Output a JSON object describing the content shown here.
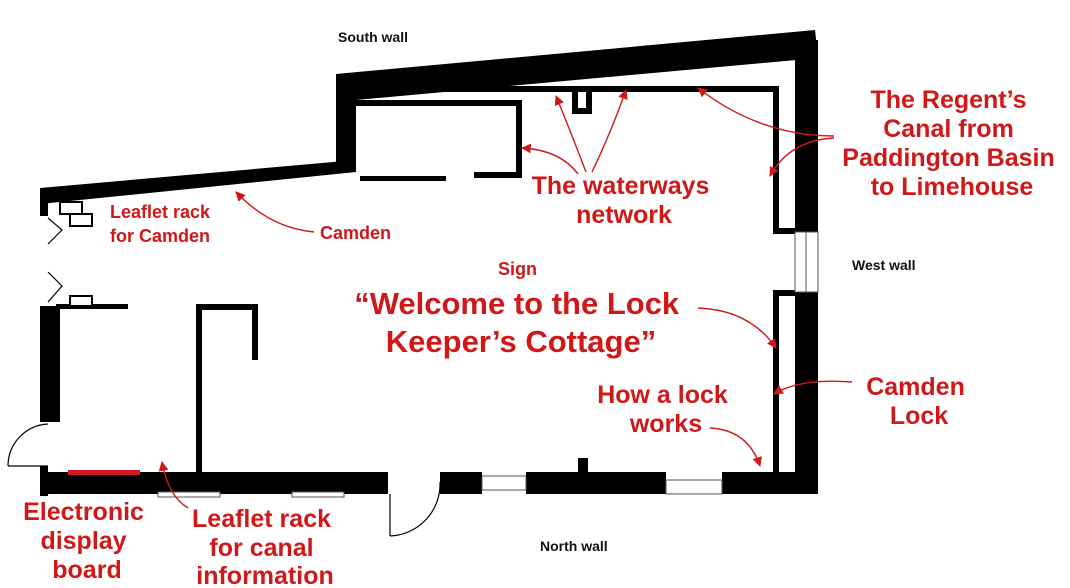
{
  "walls": {
    "south": "South wall",
    "west": "West wall",
    "north": "North wall"
  },
  "labels": {
    "leaflet_rack_camden": [
      "Leaflet rack",
      "for Camden"
    ],
    "camden": "Camden",
    "waterways": [
      "The waterways",
      "network"
    ],
    "regents_canal": [
      "The Regent’s",
      "Canal from",
      "Paddington Basin",
      "to Limehouse"
    ],
    "sign": "Sign",
    "welcome": [
      "“Welcome to the Lock",
      "Keeper’s Cottage”"
    ],
    "how_lock_works": [
      "How a lock",
      "works"
    ],
    "camden_lock": [
      "Camden",
      "Lock"
    ],
    "electronic_display": [
      "Electronic",
      "display",
      "board"
    ],
    "leaflet_rack_canal": [
      "Leaflet rack",
      "for canal",
      "information"
    ]
  },
  "colors": {
    "wall": "#000000",
    "label": "#d01818",
    "display_board": "#d01818"
  }
}
